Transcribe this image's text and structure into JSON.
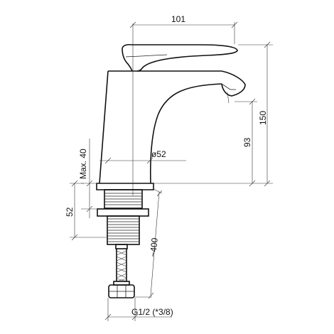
{
  "drawing": {
    "dimensions": {
      "spout_reach": "101",
      "total_height": "150",
      "spout_height": "93",
      "body_diameter": "ø52",
      "max_thickness": "Max. 40",
      "shank_length": "52",
      "hose_length": "~400",
      "connection": "G1/2 (*3/8)"
    }
  }
}
